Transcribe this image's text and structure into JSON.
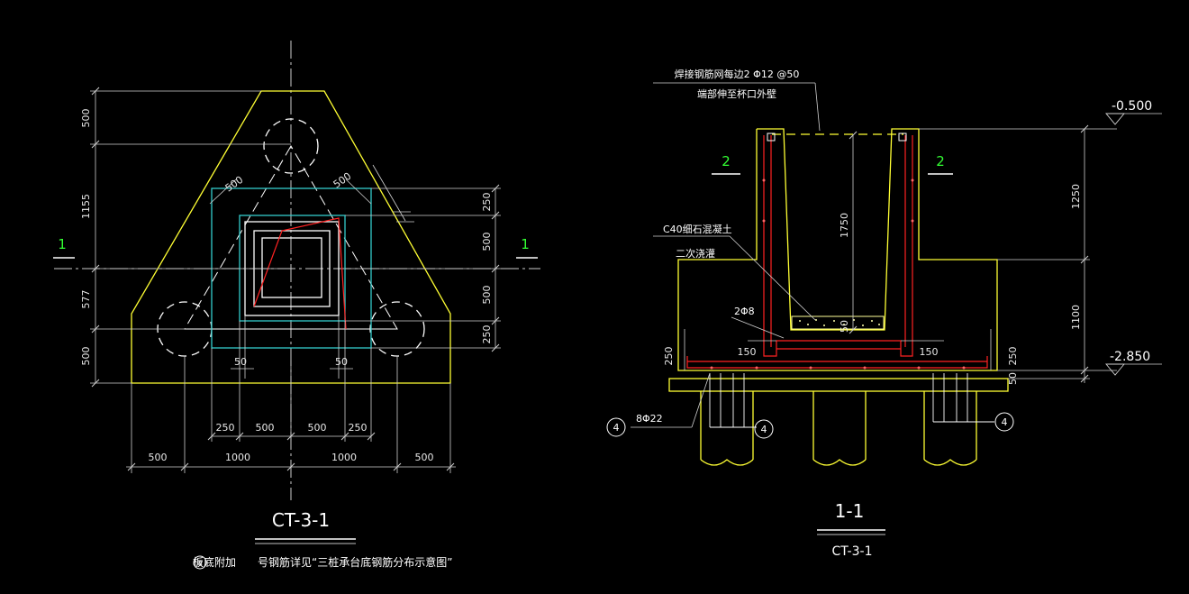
{
  "colors": {
    "background": "#000000",
    "outline": "#ffff33",
    "dimension": "#d8d8d8",
    "cyan": "#33cccc",
    "red": "#ff2222",
    "white": "#ffffff",
    "green": "#33ff33",
    "pale_yellow": "#ffff99"
  },
  "plan": {
    "title": "CT-3-1",
    "section_mark": "1",
    "note_circle": "4",
    "note": "板底附加　　号钢筋详见“三桩承台底钢筋分布示意图”",
    "dims": {
      "left_500_top": "500",
      "left_1155": "1155",
      "left_577": "577",
      "left_500_bot": "500",
      "diag_500_l": "500",
      "diag_500_r": "500",
      "right_250_a": "250",
      "right_500_a": "500",
      "right_500_b": "500",
      "right_250_b": "250",
      "mid_50_l": "50",
      "mid_50_r": "50",
      "row1_250_l": "250",
      "row1_500_l": "500",
      "row1_500_r": "500",
      "row1_250_r": "250",
      "row2_500_l": "500",
      "row2_1000_l": "1000",
      "row2_1000_r": "1000",
      "row2_500_r": "500"
    }
  },
  "section": {
    "title": "1-1",
    "subtitle": "CT-3-1",
    "section_mark": "2",
    "note_top_1": "焊接钢筋网每边2 Φ12 @50",
    "note_top_2": "端部伸至杯口外壁",
    "note_concrete": "C40细石混凝土",
    "note_grout": "二次浇灌",
    "rebar_2phi8": "2Φ8",
    "rebar_8phi22": "8Φ22",
    "circle_4": "4",
    "elev_top": "-0.500",
    "elev_bottom": "-2.850",
    "dims": {
      "d1750": "1750",
      "d1250": "1250",
      "d1100": "1100",
      "d250_l": "250",
      "d250_r": "250",
      "d150_l": "150",
      "d150_r": "150",
      "d50_r": "50",
      "d50_c": "50"
    }
  }
}
